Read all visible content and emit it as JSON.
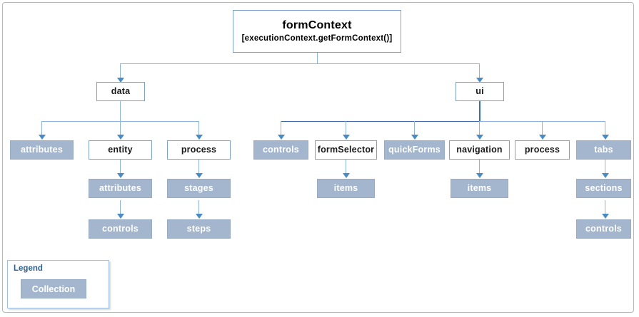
{
  "diagram": {
    "root": {
      "title": "formContext",
      "subtitle": "[executionContext.getFormContext()]"
    },
    "level2": [
      {
        "label": "data",
        "kind": "plain"
      },
      {
        "label": "ui",
        "kind": "plain"
      }
    ],
    "data_children": [
      {
        "label": "attributes",
        "kind": "collection"
      },
      {
        "label": "entity",
        "kind": "plain"
      },
      {
        "label": "process",
        "kind": "plain"
      }
    ],
    "entity_chain": [
      {
        "label": "attributes",
        "kind": "collection"
      },
      {
        "label": "controls",
        "kind": "collection"
      }
    ],
    "process_chain": [
      {
        "label": "stages",
        "kind": "collection"
      },
      {
        "label": "steps",
        "kind": "collection"
      }
    ],
    "ui_children": [
      {
        "label": "controls",
        "kind": "collection"
      },
      {
        "label": "formSelector",
        "kind": "plain"
      },
      {
        "label": "quickForms",
        "kind": "collection"
      },
      {
        "label": "navigation",
        "kind": "plain"
      },
      {
        "label": "process",
        "kind": "plain"
      },
      {
        "label": "tabs",
        "kind": "collection"
      }
    ],
    "formselector_chain": [
      {
        "label": "items",
        "kind": "collection"
      }
    ],
    "navigation_chain": [
      {
        "label": "items",
        "kind": "collection"
      }
    ],
    "tabs_chain": [
      {
        "label": "sections",
        "kind": "collection"
      },
      {
        "label": "controls",
        "kind": "collection"
      }
    ]
  },
  "legend": {
    "title": "Legend",
    "collection_label": "Collection"
  },
  "colors": {
    "collection_fill": "#a4b6cd",
    "collection_text": "#ffffff",
    "node_border": "#7ba2c8",
    "connector": "#8db4dc",
    "connector_dark": "#3a6f9f",
    "arrow": "#4a8bc4",
    "legend_title": "#2e5f93",
    "frame_border": "#b6b6b6"
  }
}
